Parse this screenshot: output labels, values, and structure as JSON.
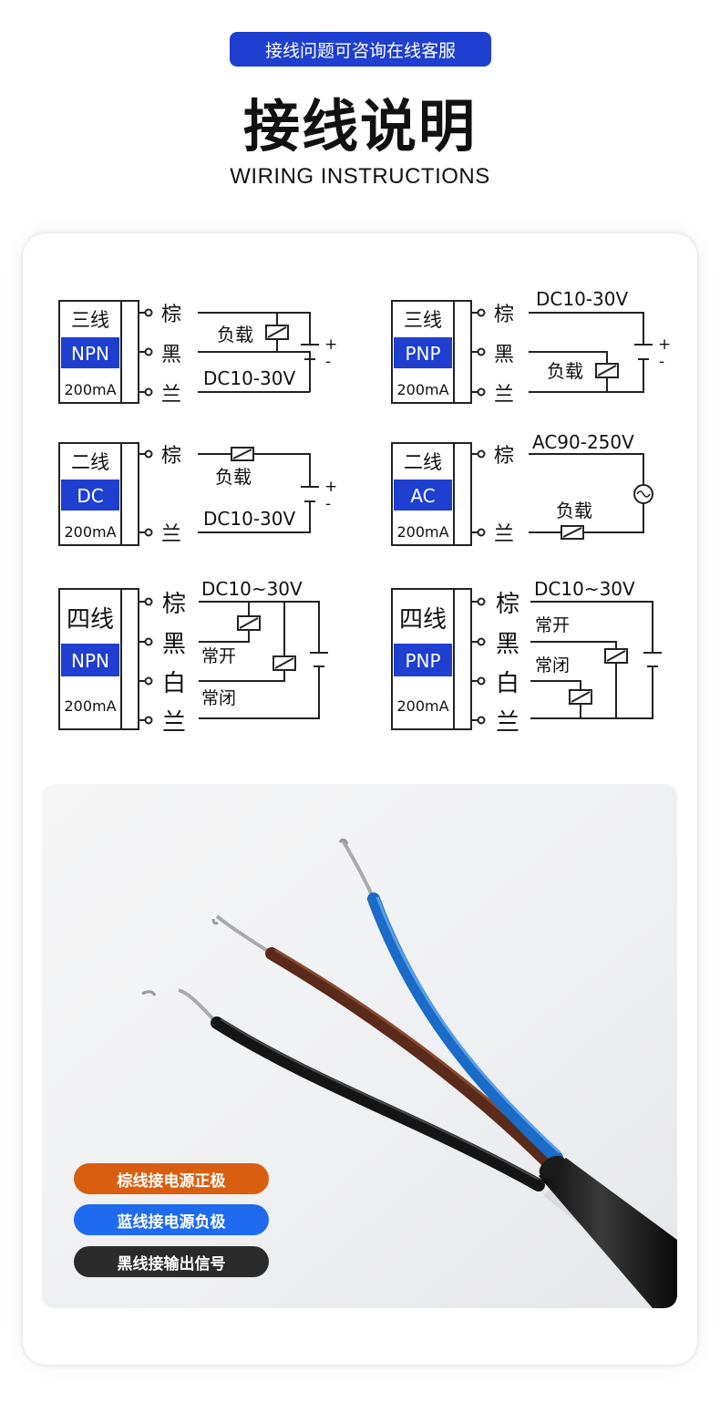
{
  "header": {
    "consult_pill": "接线问题可咨询在线客服",
    "title": "接线说明",
    "subtitle": "WIRING INSTRUCTIONS"
  },
  "colors": {
    "accent_blue": "#1e3fd0",
    "brown_tag": "#d85f10",
    "blue_tag": "#1f6bf0",
    "black_tag": "#2b2b2b"
  },
  "diagrams": [
    {
      "id": "npn3",
      "type_label": "三线",
      "code": "NPN",
      "current": "200mA",
      "terminals": [
        "棕",
        "黑",
        "兰"
      ],
      "load": "负载",
      "supply": "DC10-30V",
      "plus": "+",
      "minus": "-"
    },
    {
      "id": "pnp3",
      "type_label": "三线",
      "code": "PNP",
      "current": "200mA",
      "terminals": [
        "棕",
        "黑",
        "兰"
      ],
      "load": "负载",
      "supply": "DC10-30V",
      "plus": "+",
      "minus": "-"
    },
    {
      "id": "dc2",
      "type_label": "二线",
      "code": "DC",
      "current": "200mA",
      "terminals": [
        "棕",
        "兰"
      ],
      "load": "负载",
      "supply": "DC10-30V",
      "plus": "+",
      "minus": "-"
    },
    {
      "id": "ac2",
      "type_label": "二线",
      "code": "AC",
      "current": "200mA",
      "terminals": [
        "棕",
        "兰"
      ],
      "load": "负载",
      "supply": "AC90-250V"
    },
    {
      "id": "npn4",
      "type_label": "四线",
      "code": "NPN",
      "current": "200mA",
      "terminals": [
        "棕",
        "黑",
        "白",
        "兰"
      ],
      "supply": "DC10~30V",
      "no": "常开",
      "nc": "常闭"
    },
    {
      "id": "pnp4",
      "type_label": "四线",
      "code": "PNP",
      "current": "200mA",
      "terminals": [
        "棕",
        "黑",
        "白",
        "兰"
      ],
      "supply": "DC10~30V",
      "no": "常开",
      "nc": "常闭"
    }
  ],
  "wire_tags": {
    "brown": "棕线接电源正极",
    "blue": "蓝线接电源负极",
    "black": "黑线接输出信号"
  }
}
